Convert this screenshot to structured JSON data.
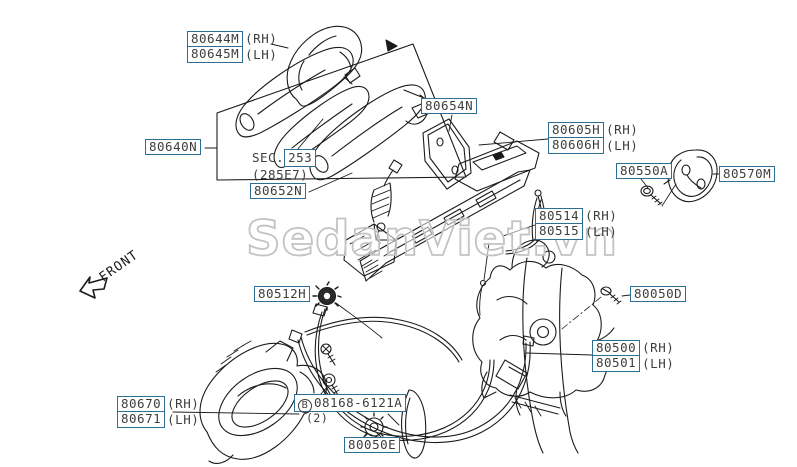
{
  "diagram": {
    "watermark": "SedanViet.vn",
    "front_label": "FRONT"
  },
  "colors": {
    "label_border": "#2d6f94",
    "label_text": "#3e3e3e",
    "line_art": "#1b1b1b",
    "watermark_stroke": "#c3c3c3",
    "background": "#ffffff"
  },
  "sec_ref": {
    "prefix": "SEC.",
    "code": "253",
    "detail": "(285E7)"
  },
  "labels": [
    {
      "text": "80644M",
      "suffix": "(RH)"
    },
    {
      "text": "80645M",
      "suffix": "(LH)"
    },
    {
      "text": "80640N"
    },
    {
      "text": "80652N"
    },
    {
      "text": "80654N"
    },
    {
      "text": "80605H",
      "suffix": "(RH)"
    },
    {
      "text": "80606H",
      "suffix": "(LH)"
    },
    {
      "text": "80550A"
    },
    {
      "text": "80570M"
    },
    {
      "text": "80514",
      "suffix": "(RH)"
    },
    {
      "text": "80515",
      "suffix": "(LH)"
    },
    {
      "text": "80512H"
    },
    {
      "text": "80050D"
    },
    {
      "text": "80500",
      "suffix": "(RH)"
    },
    {
      "text": "80501",
      "suffix": "(LH)"
    },
    {
      "text": "80670",
      "suffix": "(RH)"
    },
    {
      "text": "80671",
      "suffix": "(LH)"
    },
    {
      "badge": "B",
      "text": "08168-6121A",
      "qty": "(2)"
    },
    {
      "text": "80050E"
    }
  ]
}
